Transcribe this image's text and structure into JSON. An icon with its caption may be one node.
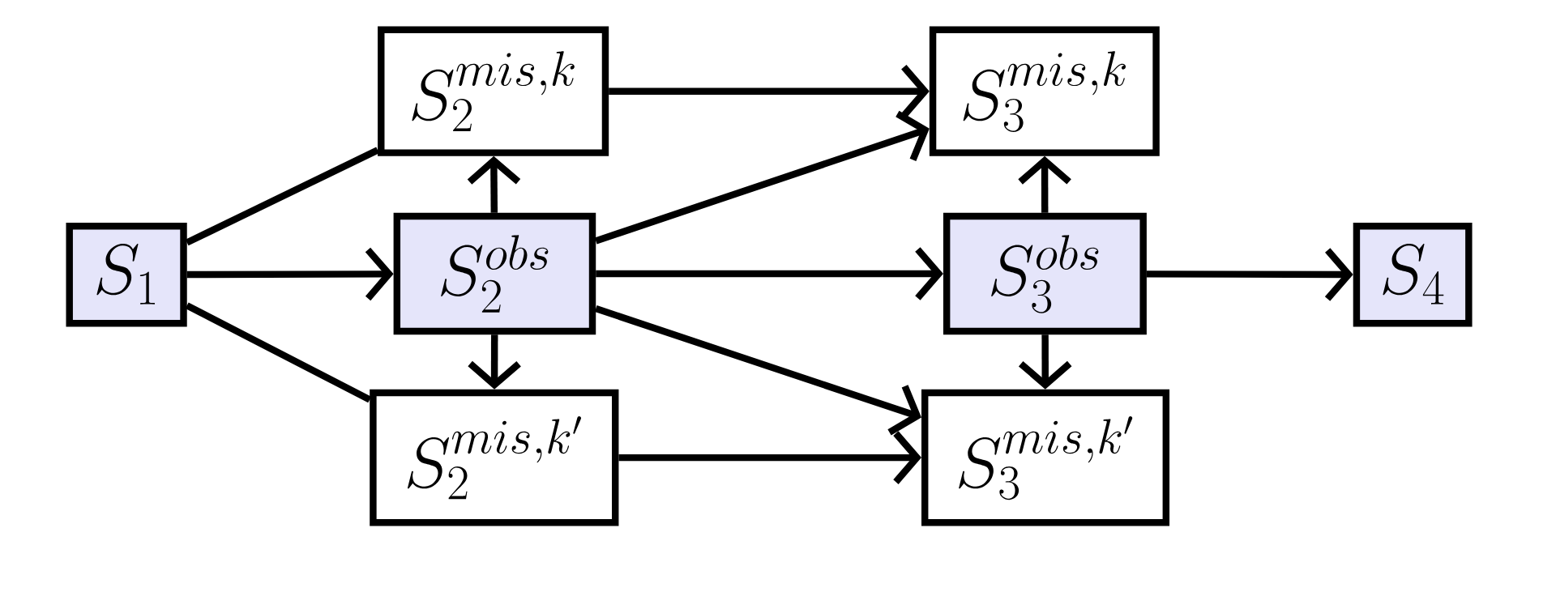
{
  "diagram": {
    "nodes": [
      {
        "text": [
          "S_1"
        ]
      },
      {
        "text": [
          "S_2^{mis,k}"
        ]
      },
      {
        "text": [
          "S_2^{obs}"
        ]
      },
      {
        "text": [
          "S_2^{mis,k'}"
        ]
      },
      {
        "text": [
          "S_3^{mis,k}"
        ]
      },
      {
        "text": [
          "S_3^{obs}"
        ]
      },
      {
        "text": [
          "S_3^{mis,k'}"
        ]
      },
      {
        "text": [
          "S_4"
        ]
      }
    ],
    "edges": [
      {
        "from": 0,
        "to": 1,
        "arrow": "none"
      },
      {
        "from": 0,
        "to": 2,
        "arrow": "to"
      },
      {
        "from": 0,
        "to": 3,
        "arrow": "none"
      },
      {
        "from": 1,
        "to": 4,
        "arrow": "to"
      },
      {
        "from": 2,
        "to": 1,
        "arrow": "to"
      },
      {
        "from": 2,
        "to": 4,
        "arrow": "to"
      },
      {
        "from": 2,
        "to": 5,
        "arrow": "to"
      },
      {
        "from": 2,
        "to": 6,
        "arrow": "to"
      },
      {
        "from": 2,
        "to": 3,
        "arrow": "to"
      },
      {
        "from": 3,
        "to": 6,
        "arrow": "to"
      },
      {
        "from": 5,
        "to": 4,
        "arrow": "to"
      },
      {
        "from": 5,
        "to": 6,
        "arrow": "to"
      },
      {
        "from": 5,
        "to": 7,
        "arrow": "to"
      }
    ]
  }
}
